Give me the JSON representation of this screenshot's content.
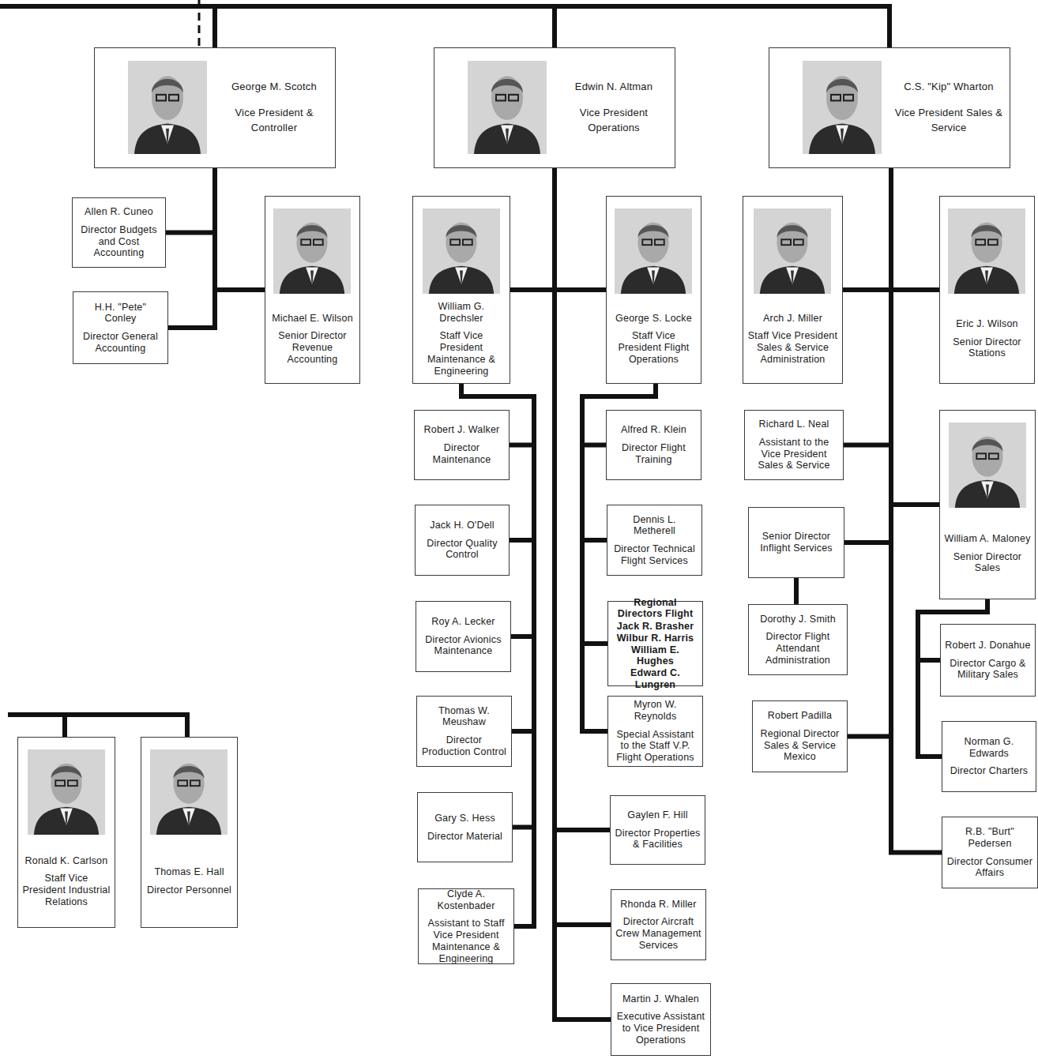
{
  "diagram": {
    "nodes": [
      {
        "text": [
          "George M. Scotch",
          "Vice President & Controller"
        ]
      },
      {
        "text": [
          "Edwin N. Altman",
          "Vice President Operations"
        ]
      },
      {
        "text": [
          "C.S. \"Kip\" Wharton",
          "Vice President Sales & Service"
        ]
      },
      {
        "text": [
          "Allen R. Cuneo",
          "Director Budgets and Cost Accounting"
        ]
      },
      {
        "text": [
          "H.H. \"Pete\" Conley",
          "Director General Accounting"
        ]
      },
      {
        "text": [
          "Michael E. Wilson",
          "Senior Director Revenue Accounting"
        ]
      },
      {
        "text": [
          "William G. Drechsler",
          "Staff Vice President Maintenance & Engineering"
        ]
      },
      {
        "text": [
          "George S. Locke",
          "Staff Vice President Flight Operations"
        ]
      },
      {
        "text": [
          "Arch J. Miller",
          "Staff Vice President Sales & Service Administration"
        ]
      },
      {
        "text": [
          "Eric J. Wilson",
          "Senior Director Stations"
        ]
      },
      {
        "text": [
          "Robert J. Walker",
          "Director Maintenance"
        ]
      },
      {
        "text": [
          "Jack H. O'Dell",
          "Director Quality Control"
        ]
      },
      {
        "text": [
          "Roy A. Lecker",
          "Director Avionics Maintenance"
        ]
      },
      {
        "text": [
          "Thomas W. Meushaw",
          "Director Production Control"
        ]
      },
      {
        "text": [
          "Gary S. Hess",
          "Director Material"
        ]
      },
      {
        "text": [
          "Clyde A. Kostenbader",
          "Assistant to Staff Vice President Maintenance & Engineering"
        ]
      },
      {
        "text": [
          "Alfred R. Klein",
          "Director Flight Training"
        ]
      },
      {
        "text": [
          "Dennis L. Metherell",
          "Director Technical Flight Services"
        ]
      },
      {
        "text": [
          "Regional Directors Flight",
          "Jack R. Brasher",
          "Wilbur R. Harris",
          "William E. Hughes",
          "Edward C. Lungren"
        ]
      },
      {
        "text": [
          "Myron W. Reynolds",
          "Special Assistant to the Staff V.P. Flight Operations"
        ]
      },
      {
        "text": [
          "Gaylen F. Hill",
          "Director Properties & Facilities"
        ]
      },
      {
        "text": [
          "Rhonda R. Miller",
          "Director Aircraft Crew Management Services"
        ]
      },
      {
        "text": [
          "Martin J. Whalen",
          "Executive Assistant to Vice President Operations"
        ]
      },
      {
        "text": [
          "Richard L. Neal",
          "Assistant to the Vice President Sales & Service"
        ]
      },
      {
        "text": [
          "Senior Director Inflight Services"
        ]
      },
      {
        "text": [
          "Dorothy J. Smith",
          "Director Flight Attendant Administration"
        ]
      },
      {
        "text": [
          "Robert Padilla",
          "Regional Director Sales & Service Mexico"
        ]
      },
      {
        "text": [
          "William A. Maloney",
          "Senior Director Sales"
        ]
      },
      {
        "text": [
          "Robert J. Donahue",
          "Director Cargo & Military Sales"
        ]
      },
      {
        "text": [
          "Norman G. Edwards",
          "Director Charters"
        ]
      },
      {
        "text": [
          "R.B. \"Burt\" Pedersen",
          "Director Consumer Affairs"
        ]
      },
      {
        "text": [
          "Ronald K. Carlson",
          "Staff Vice President Industrial Relations"
        ]
      },
      {
        "text": [
          "Thomas E. Hall",
          "Director Personnel"
        ]
      }
    ],
    "edges": [
      {
        "from": 0,
        "to": 1,
        "arrow": "none"
      },
      {
        "from": 1,
        "to": 2,
        "arrow": "none"
      },
      {
        "from": 0,
        "to": 3,
        "arrow": "none"
      },
      {
        "from": 0,
        "to": 4,
        "arrow": "none"
      },
      {
        "from": 0,
        "to": 5,
        "arrow": "none"
      },
      {
        "from": 1,
        "to": 6,
        "arrow": "none"
      },
      {
        "from": 1,
        "to": 7,
        "arrow": "none"
      },
      {
        "from": 1,
        "to": 20,
        "arrow": "none"
      },
      {
        "from": 1,
        "to": 21,
        "arrow": "none"
      },
      {
        "from": 1,
        "to": 22,
        "arrow": "none"
      },
      {
        "from": 6,
        "to": 10,
        "arrow": "none"
      },
      {
        "from": 6,
        "to": 11,
        "arrow": "none"
      },
      {
        "from": 6,
        "to": 12,
        "arrow": "none"
      },
      {
        "from": 6,
        "to": 13,
        "arrow": "none"
      },
      {
        "from": 6,
        "to": 14,
        "arrow": "none"
      },
      {
        "from": 6,
        "to": 15,
        "arrow": "none"
      },
      {
        "from": 7,
        "to": 16,
        "arrow": "none"
      },
      {
        "from": 7,
        "to": 17,
        "arrow": "none"
      },
      {
        "from": 7,
        "to": 18,
        "arrow": "none"
      },
      {
        "from": 7,
        "to": 19,
        "arrow": "none"
      },
      {
        "from": 2,
        "to": 8,
        "arrow": "none"
      },
      {
        "from": 2,
        "to": 9,
        "arrow": "none"
      },
      {
        "from": 2,
        "to": 23,
        "arrow": "none"
      },
      {
        "from": 2,
        "to": 24,
        "arrow": "none"
      },
      {
        "from": 2,
        "to": 26,
        "arrow": "none"
      },
      {
        "from": 2,
        "to": 27,
        "arrow": "none"
      },
      {
        "from": 2,
        "to": 30,
        "arrow": "none"
      },
      {
        "from": 24,
        "to": 25,
        "arrow": "none"
      },
      {
        "from": 27,
        "to": 28,
        "arrow": "none"
      },
      {
        "from": 27,
        "to": 29,
        "arrow": "none"
      },
      {
        "from": 31,
        "to": 32,
        "arrow": "none"
      }
    ]
  }
}
